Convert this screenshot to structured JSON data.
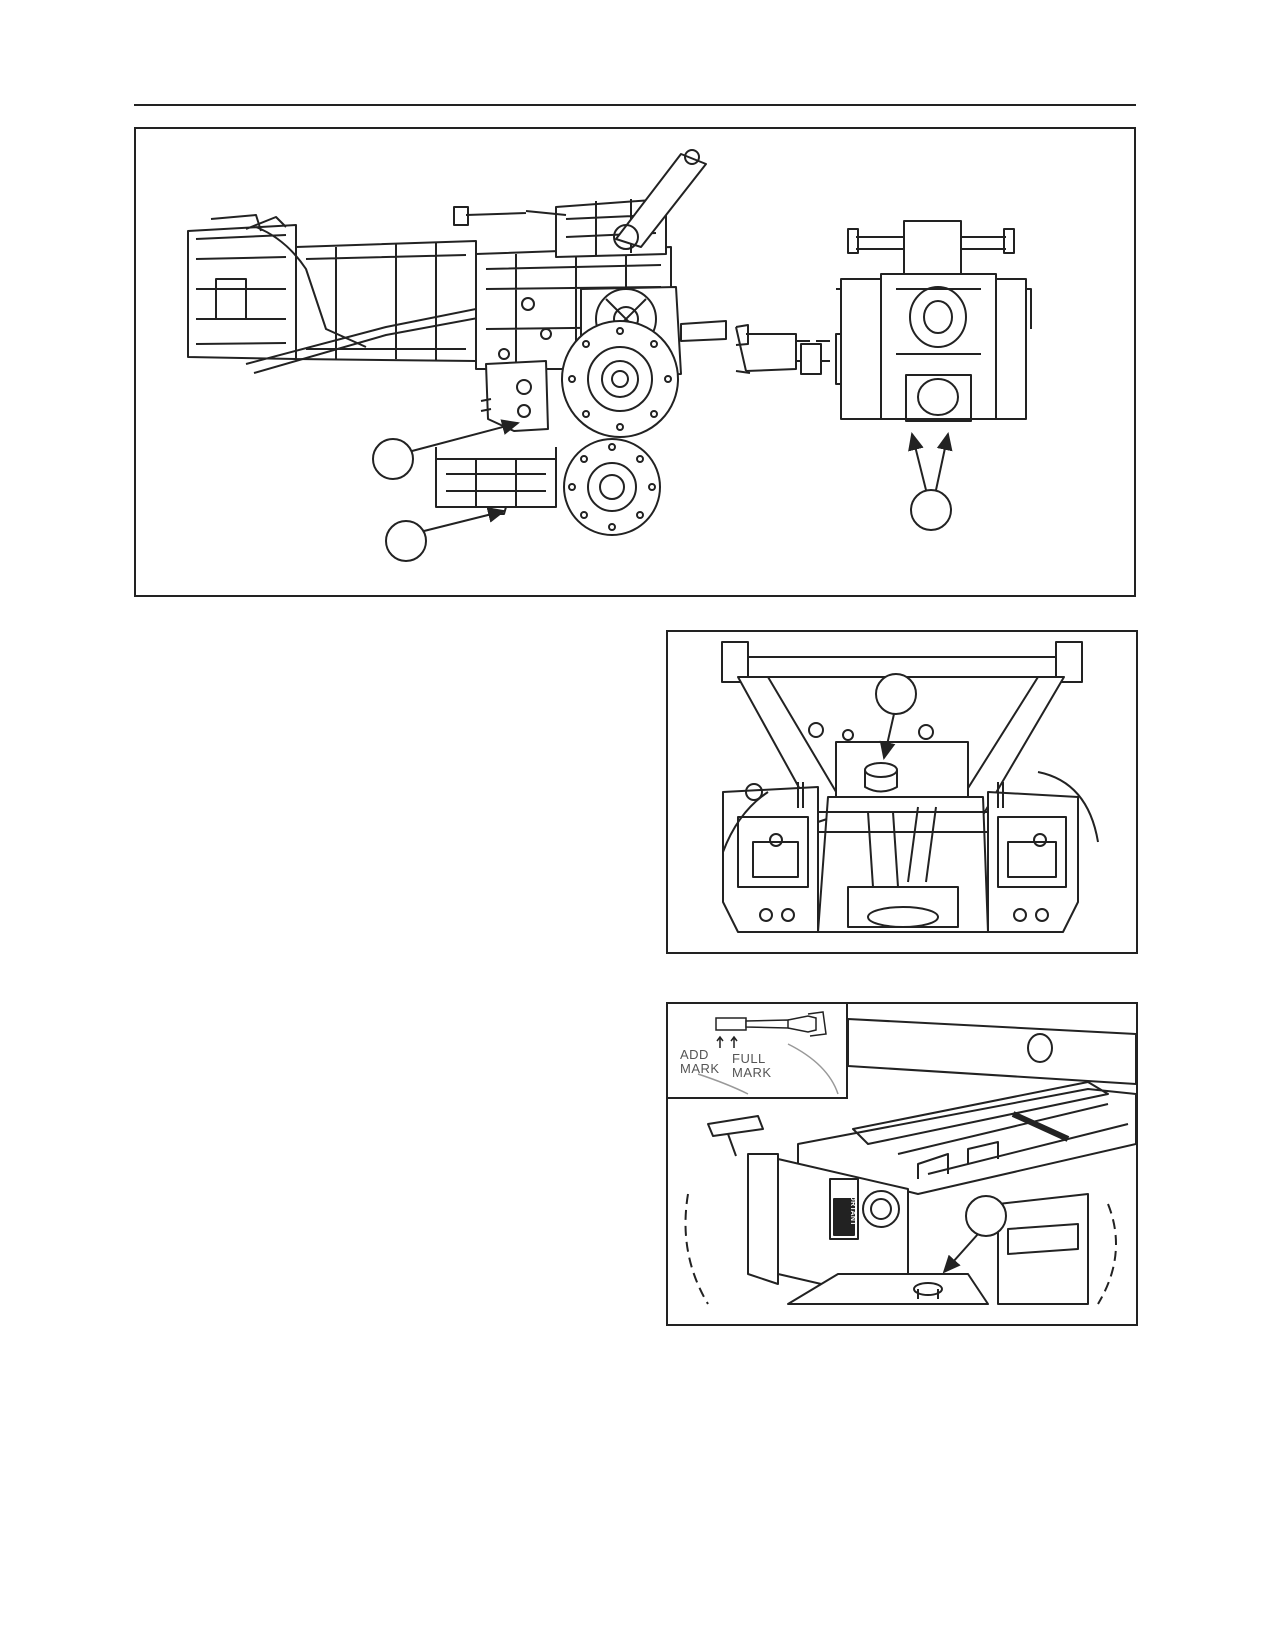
{
  "inset": {
    "add_label": "ADD\nMARK",
    "full_label": "FULL\nMARK"
  },
  "sticker": {
    "label": "IMPORTANT"
  },
  "colors": {
    "line": "#222222",
    "paper": "#ffffff"
  }
}
